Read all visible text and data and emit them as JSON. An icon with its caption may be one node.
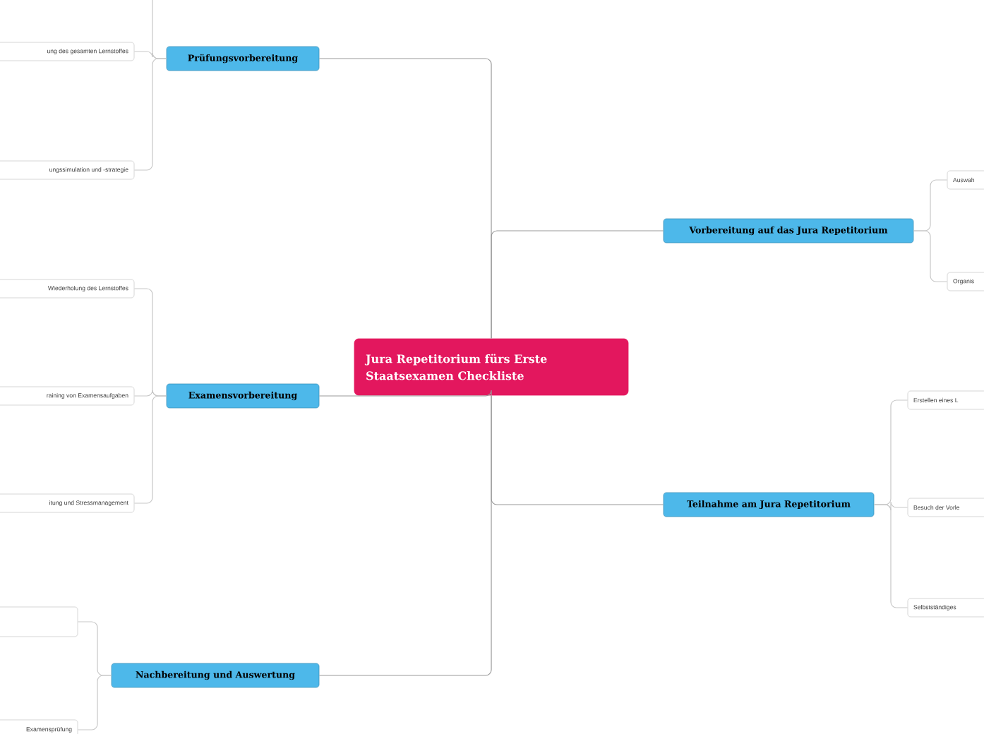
{
  "diagram": {
    "nodes": [
      {
        "text": [
          "Jura Repetitorium fürs Erste Staatsexamen Checkliste"
        ]
      },
      {
        "text": [
          "Prüfungsvorbereitung"
        ]
      },
      {
        "text": [
          "ung des gesamten Lernstoffes"
        ]
      },
      {
        "text": [
          "ungssimulation und -strategie"
        ]
      },
      {
        "text": [
          "Examensvorbereitung"
        ]
      },
      {
        "text": [
          "Wiederholung des Lernstoffes"
        ]
      },
      {
        "text": [
          "raining von Examensaufgaben"
        ]
      },
      {
        "text": [
          "itung und Stressmanagement"
        ]
      },
      {
        "text": [
          "Nachbereitung und Auswertung"
        ]
      },
      {
        "text": [],
        "shape": "box"
      },
      {
        "text": [
          "Examensprüfung"
        ]
      },
      {
        "text": [
          "Vorbereitung auf das Jura Repetitorium"
        ]
      },
      {
        "text": [
          "Auswah"
        ]
      },
      {
        "text": [
          "Organis"
        ]
      },
      {
        "text": [
          "Teilnahme am Jura Repetitorium"
        ]
      },
      {
        "text": [
          "Erstellen eines L"
        ]
      },
      {
        "text": [
          "Besuch der Vorle"
        ]
      },
      {
        "text": [
          "Selbstständiges"
        ]
      }
    ],
    "edges": [
      {
        "from": 0,
        "to": 1,
        "arrow": "none"
      },
      {
        "from": 0,
        "to": 4,
        "arrow": "none"
      },
      {
        "from": 0,
        "to": 8,
        "arrow": "none"
      },
      {
        "from": 0,
        "to": 11,
        "arrow": "none"
      },
      {
        "from": 0,
        "to": 14,
        "arrow": "none"
      },
      {
        "from": 1,
        "to": null,
        "arrow": "none"
      },
      {
        "from": 1,
        "to": 2,
        "arrow": "none"
      },
      {
        "from": 1,
        "to": 3,
        "arrow": "none"
      },
      {
        "from": 4,
        "to": 5,
        "arrow": "none"
      },
      {
        "from": 4,
        "to": 6,
        "arrow": "none"
      },
      {
        "from": 4,
        "to": 7,
        "arrow": "none"
      },
      {
        "from": 8,
        "to": 9,
        "arrow": "none"
      },
      {
        "from": 8,
        "to": 10,
        "arrow": "none"
      },
      {
        "from": 11,
        "to": 12,
        "arrow": "none"
      },
      {
        "from": 11,
        "to": 13,
        "arrow": "none"
      },
      {
        "from": 14,
        "to": 15,
        "arrow": "none"
      },
      {
        "from": 14,
        "to": 16,
        "arrow": "none"
      },
      {
        "from": 14,
        "to": 17,
        "arrow": "none"
      }
    ]
  }
}
